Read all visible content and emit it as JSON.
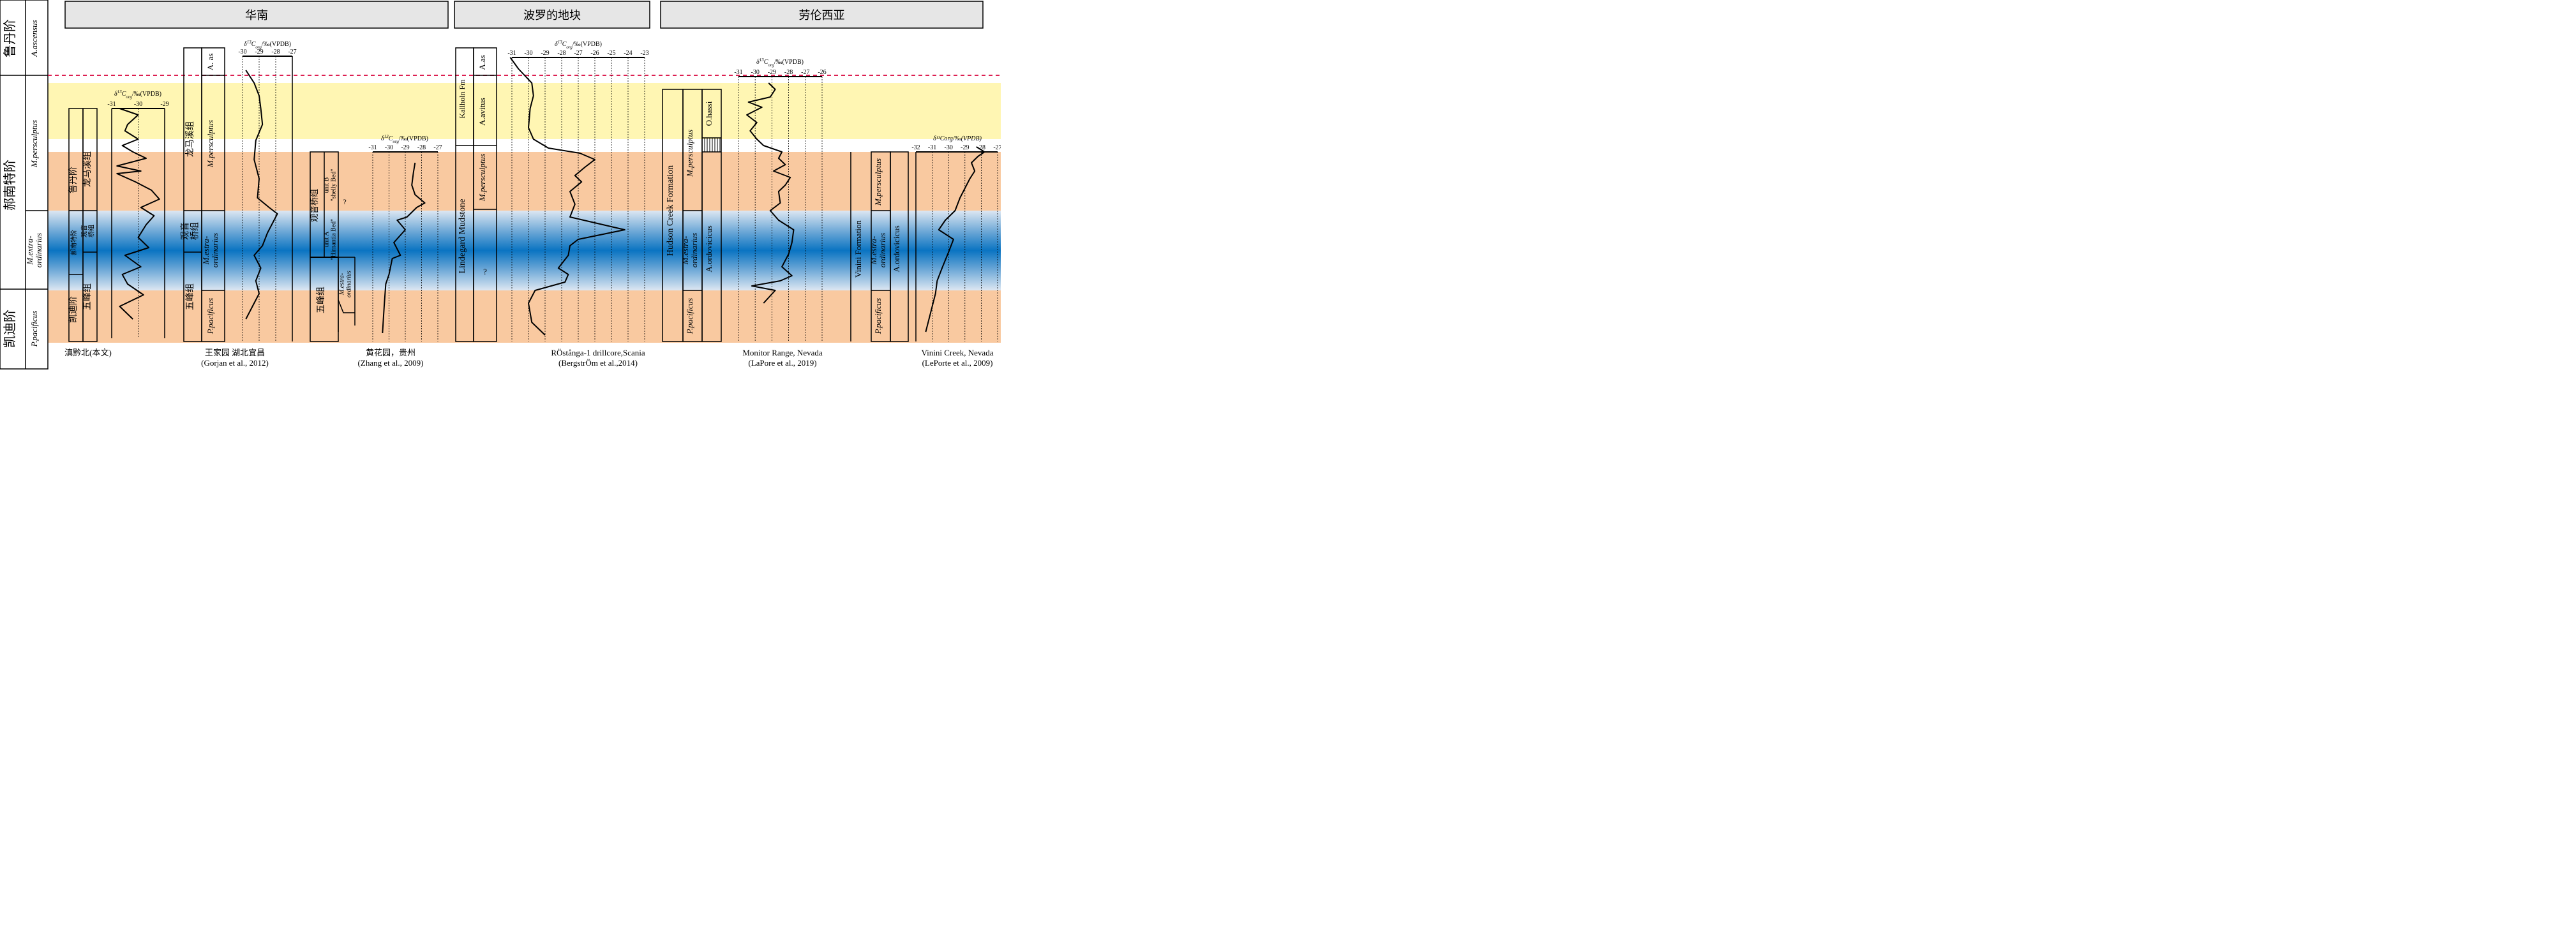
{
  "regions": [
    {
      "label": "华南"
    },
    {
      "label": "波罗的地块"
    },
    {
      "label": "劳伦西亚"
    }
  ],
  "left_column": {
    "stages": [
      "鲁丹阶",
      "郝南特阶",
      "凯迪阶"
    ],
    "zones": [
      "A.ascensus",
      "M.persculptus",
      "M.extra-\nordinarius",
      "P.pacificus"
    ]
  },
  "axis_titles": {
    "vpdb": "δ¹³C<sub>org</sub>/‰(VPDB)",
    "vpdb_plain": "δ¹³Corg/‰(VPDB)"
  },
  "sections": [
    {
      "name": "dianqianbei",
      "caption": [
        "滇黔北(本文)"
      ],
      "axis": {
        "min": -31,
        "max": -29,
        "ticks": [
          "-31",
          "-30",
          "-29"
        ]
      },
      "strat": {
        "stage1": "凯迪阶",
        "stage2": "郝南特阶",
        "stage3": "鲁丹阶",
        "form1": "五峰组",
        "form2": "观音\n桥组",
        "form3": "龙马溪组"
      },
      "curve": [
        [
          -30.2,
          500
        ],
        [
          -30.7,
          480
        ],
        [
          -29.8,
          462
        ],
        [
          -30.4,
          445
        ],
        [
          -30.6,
          430
        ],
        [
          -29.9,
          418
        ],
        [
          -30.5,
          400
        ],
        [
          -29.6,
          388
        ],
        [
          -30.0,
          372
        ],
        [
          -29.7,
          352
        ],
        [
          -29.4,
          338
        ],
        [
          -29.9,
          325
        ],
        [
          -29.2,
          312
        ],
        [
          -29.5,
          298
        ],
        [
          -30.1,
          285
        ],
        [
          -30.8,
          272
        ],
        [
          -29.9,
          268
        ],
        [
          -30.8,
          260
        ],
        [
          -29.7,
          248
        ],
        [
          -30.2,
          238
        ],
        [
          -30.6,
          228
        ],
        [
          -30.0,
          218
        ],
        [
          -30.5,
          205
        ],
        [
          -30.4,
          195
        ],
        [
          -30.0,
          180
        ],
        [
          -30.7,
          170
        ]
      ]
    },
    {
      "name": "wangjiawan",
      "caption": [
        "王家园 湖北宜昌",
        "(Gorjan et al., 2012)"
      ],
      "axis": {
        "min": -30,
        "max": -27,
        "ticks": [
          "-30",
          "-29",
          "-28",
          "-27"
        ]
      },
      "strat": {
        "form1": "五峰组",
        "form2": "观音\n桥组",
        "form3": "龙马溪组",
        "zone1": "P.pacificus",
        "zone2": "M.estra-\nordinarius",
        "zone3": "M.persculptus",
        "zone4": "A. as"
      },
      "curve": [
        [
          -29.8,
          500
        ],
        [
          -29.4,
          480
        ],
        [
          -29.0,
          460
        ],
        [
          -29.2,
          440
        ],
        [
          -28.9,
          420
        ],
        [
          -29.3,
          400
        ],
        [
          -28.8,
          385
        ],
        [
          -28.5,
          365
        ],
        [
          -28.2,
          350
        ],
        [
          -27.9,
          335
        ],
        [
          -28.4,
          325
        ],
        [
          -29.1,
          310
        ],
        [
          -29.0,
          280
        ],
        [
          -29.3,
          250
        ],
        [
          -29.2,
          220
        ],
        [
          -28.8,
          195
        ],
        [
          -28.9,
          170
        ],
        [
          -29.0,
          150
        ],
        [
          -29.3,
          130
        ],
        [
          -29.8,
          110
        ]
      ]
    },
    {
      "name": "huanghuayuan",
      "caption": [
        "黄花园，贵州",
        "(Zhang et al., 2009)"
      ],
      "axis": {
        "min": -31,
        "max": -27,
        "ticks": [
          "-31",
          "-30",
          "-29",
          "-28",
          "-27"
        ]
      },
      "strat": {
        "form1": "五峰组",
        "form2": "观音桥组",
        "unitA": "unit A\n\"Hirnantia Bed\"",
        "unitB": "unit B\n\"shelly Bed\"",
        "zone": "M.estra-\nordinarius",
        "q": "?"
      },
      "curve": [
        [
          -30.4,
          522
        ],
        [
          -30.3,
          480
        ],
        [
          -30.2,
          445
        ],
        [
          -30.0,
          430
        ],
        [
          -29.8,
          405
        ],
        [
          -29.3,
          400
        ],
        [
          -29.7,
          380
        ],
        [
          -29.0,
          360
        ],
        [
          -29.5,
          345
        ],
        [
          -28.9,
          340
        ],
        [
          -28.3,
          325
        ],
        [
          -27.8,
          318
        ],
        [
          -28.4,
          305
        ],
        [
          -28.6,
          290
        ],
        [
          -28.5,
          270
        ],
        [
          -28.4,
          255
        ]
      ]
    },
    {
      "name": "rostanga",
      "caption": [
        "RÖstånga-1 drillcore,Scania",
        "(BergstrÖm et al.,2014)"
      ],
      "axis": {
        "min": -31,
        "max": -23,
        "ticks": [
          "-31",
          "-30",
          "-29",
          "-28",
          "-27",
          "-26",
          "-25",
          "-24",
          "-23"
        ]
      },
      "strat": {
        "fm1": "Lindegard Mudstone",
        "fm2": "Kallholn Fm",
        "zone1": "M.persculptus",
        "zone2": "A.avitus",
        "zone3": "A.as",
        "q": "?"
      },
      "curve": [
        [
          -29.0,
          525
        ],
        [
          -29.8,
          505
        ],
        [
          -30.0,
          475
        ],
        [
          -29.6,
          455
        ],
        [
          -27.8,
          442
        ],
        [
          -27.6,
          430
        ],
        [
          -28.2,
          420
        ],
        [
          -27.6,
          400
        ],
        [
          -27.5,
          385
        ],
        [
          -27.0,
          375
        ],
        [
          -24.2,
          360
        ],
        [
          -27.5,
          340
        ],
        [
          -27.2,
          320
        ],
        [
          -27.5,
          300
        ],
        [
          -26.8,
          285
        ],
        [
          -27.2,
          275
        ],
        [
          -26.6,
          262
        ],
        [
          -26.0,
          250
        ],
        [
          -26.9,
          240
        ],
        [
          -28.8,
          232
        ],
        [
          -29.7,
          218
        ],
        [
          -30.0,
          200
        ],
        [
          -29.9,
          170
        ],
        [
          -29.7,
          150
        ],
        [
          -29.8,
          130
        ],
        [
          -30.6,
          108
        ],
        [
          -31.1,
          90
        ]
      ]
    },
    {
      "name": "monitor",
      "caption": [
        "Monitor Range, Nevada",
        "(LaPore et al., 2019)"
      ],
      "axis": {
        "min": -31,
        "max": -26,
        "ticks": [
          "-31",
          "-30",
          "-29",
          "-28",
          "-27",
          "-26"
        ]
      },
      "strat": {
        "fm": "Hudson Creek Formation",
        "zone1": "P.pacificus",
        "zone2": "M.estra-\nordinarius",
        "zone3": "M.persculptus",
        "zone4": "A.ordovicicus",
        "zone5": "O.hassi"
      },
      "curve": [
        [
          -29.5,
          475
        ],
        [
          -28.8,
          455
        ],
        [
          -30.2,
          448
        ],
        [
          -28.5,
          440
        ],
        [
          -27.8,
          432
        ],
        [
          -28.4,
          418
        ],
        [
          -28.0,
          398
        ],
        [
          -27.8,
          380
        ],
        [
          -27.7,
          360
        ],
        [
          -28.6,
          345
        ],
        [
          -29.1,
          330
        ],
        [
          -28.5,
          318
        ],
        [
          -28.6,
          300
        ],
        [
          -28.2,
          290
        ],
        [
          -27.9,
          278
        ],
        [
          -28.9,
          268
        ],
        [
          -28.2,
          258
        ],
        [
          -28.6,
          248
        ],
        [
          -28.4,
          238
        ],
        [
          -29.5,
          228
        ],
        [
          -29.9,
          218
        ],
        [
          -30.3,
          205
        ],
        [
          -29.9,
          192
        ],
        [
          -30.5,
          180
        ],
        [
          -29.6,
          168
        ],
        [
          -30.4,
          160
        ],
        [
          -29.1,
          152
        ],
        [
          -28.8,
          140
        ],
        [
          -29.2,
          130
        ]
      ]
    },
    {
      "name": "vinini",
      "caption": [
        "Vinini Creek, Nevada",
        "(LePorte et al., 2009)"
      ],
      "axis": {
        "min": -32,
        "max": -27,
        "ticks": [
          "-32",
          "-31",
          "-30",
          "-29",
          "-28",
          "-27"
        ]
      },
      "strat": {
        "fm": "Vinini Formation",
        "zone1": "P.pacificus",
        "zone2": "M.estra-\nordinarius",
        "zone3": "M.persculptus",
        "zone4": "A.ordovicicus"
      },
      "curve": [
        [
          -31.4,
          520
        ],
        [
          -31.0,
          480
        ],
        [
          -30.8,
          460
        ],
        [
          -30.7,
          440
        ],
        [
          -30.4,
          420
        ],
        [
          -30.0,
          395
        ],
        [
          -29.7,
          375
        ],
        [
          -30.6,
          360
        ],
        [
          -30.2,
          345
        ],
        [
          -29.6,
          330
        ],
        [
          -29.3,
          310
        ],
        [
          -29.0,
          295
        ],
        [
          -28.7,
          280
        ],
        [
          -28.4,
          268
        ],
        [
          -28.6,
          255
        ],
        [
          -28.2,
          245
        ],
        [
          -27.8,
          238
        ],
        [
          -28.3,
          230
        ]
      ]
    }
  ]
}
